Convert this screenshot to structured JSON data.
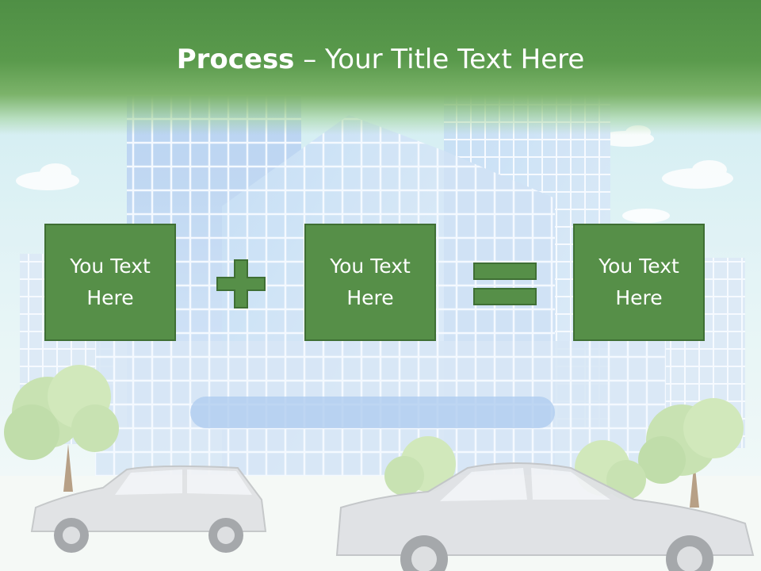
{
  "slide": {
    "title_bold": "Process",
    "title_rest": " – Your Title Text Here"
  },
  "process": {
    "boxes": [
      {
        "text": "You Text\nHere"
      },
      {
        "text": "You Text\nHere"
      },
      {
        "text": "You Text\nHere"
      }
    ],
    "operators": [
      "plus-icon",
      "equals-icon"
    ]
  },
  "colors": {
    "header_green": "#4f8f45",
    "box_fill": "#568f48",
    "box_border": "#3f6f34",
    "text": "#ffffff"
  }
}
